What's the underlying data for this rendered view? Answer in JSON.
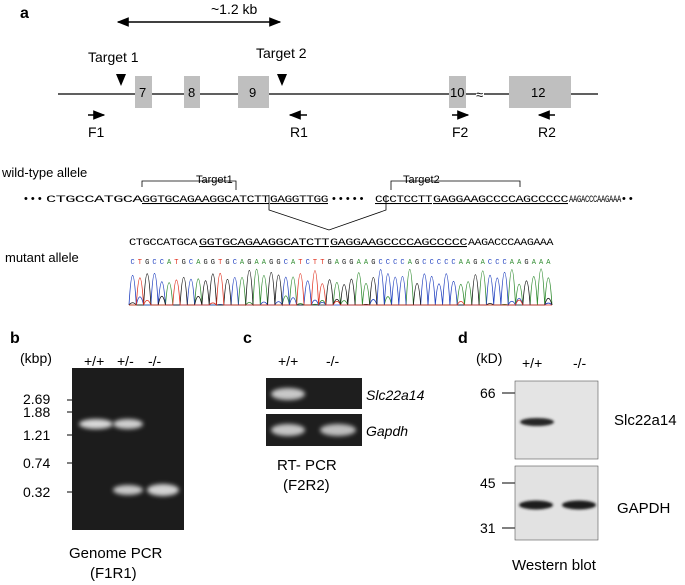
{
  "panel_a": {
    "letter": "a",
    "distance_label": "~1.2 kb",
    "target1_label": "Target 1",
    "target2_label": "Target 2",
    "exons": [
      "7",
      "8",
      "9",
      "10",
      "12"
    ],
    "primers": {
      "F1": "F1",
      "R1": "R1",
      "F2": "F2",
      "R2": "R2"
    },
    "wildtype_label": "wild-type allele",
    "seq_target1_label": "Target1",
    "seq_target2_label": "Target2",
    "wt_seq_start": "CTGCCATGCA",
    "wt_seq_t1": "GGTGCAGAAGGCATCTT",
    "wt_seq_mid1": "GAGGTTGG",
    "wt_seq_mid2": "CCCTCCTT",
    "wt_seq_t2": "GAGGAAGCCCCAGCCCCC",
    "wt_seq_end": "AAGACCCAAGAAA",
    "mutant_label": "mutant allele",
    "mut_seq_start": "CTGCCATGCA",
    "mut_seq_t1": "GGTGCAGAAGGCATCTT",
    "mut_seq_t2": "GAGGAAGCCCCAGCCCCC",
    "mut_seq_end": "AAGACCCAAGAAA",
    "colors": {
      "A": "#2e8b2e",
      "C": "#1f3fbf",
      "G": "#111111",
      "T": "#e0301e",
      "exon": "#bfbfbf"
    }
  },
  "panel_b": {
    "letter": "b",
    "unit": "(kbp)",
    "lanes": [
      "+/+",
      "+/-",
      "-/-"
    ],
    "markers": [
      "2.69",
      "1.88",
      "1.21",
      "0.74",
      "0.32"
    ],
    "caption1": "Genome PCR",
    "caption2": "(F1R1)"
  },
  "panel_c": {
    "letter": "c",
    "lanes": [
      "+/+",
      "-/-"
    ],
    "gene1": "Slc22a14",
    "gene2": "Gapdh",
    "caption1": "RT- PCR",
    "caption2": "(F2R2)"
  },
  "panel_d": {
    "letter": "d",
    "unit": "(kD)",
    "lanes": [
      "+/+",
      "-/-"
    ],
    "top_marker": "66",
    "bottom_markers": [
      "45",
      "31"
    ],
    "protein1": "Slc22a14",
    "protein2": "GAPDH",
    "caption": "Western blot"
  }
}
